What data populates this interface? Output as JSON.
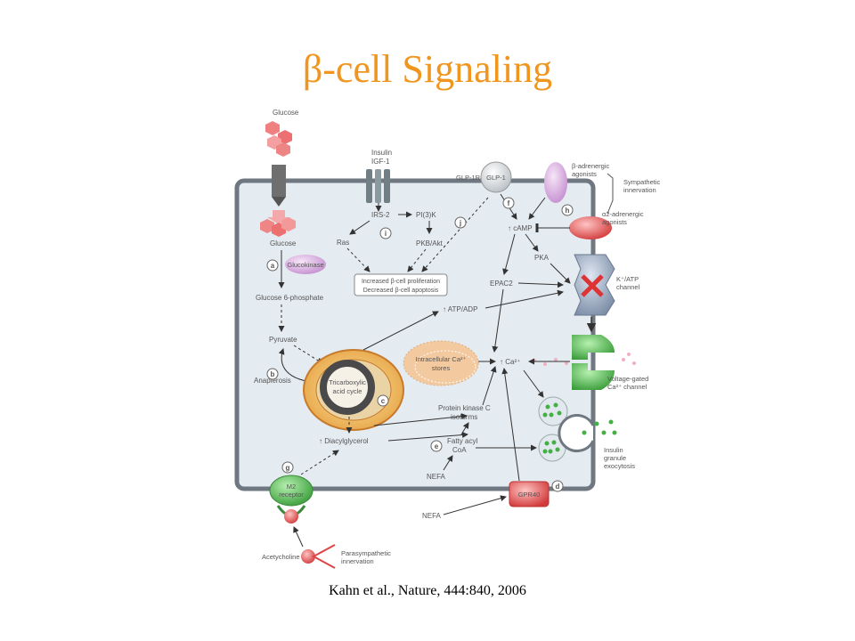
{
  "title": "β-cell Signaling",
  "citation": "Kahn et al., Nature, 444:840, 2006",
  "colors": {
    "title": "#f0961e",
    "cell_fill": "#e4ebf1",
    "cell_border": "#6f7780",
    "arrow": "#333333"
  },
  "labels": {
    "glucose_top": "Glucose",
    "glucose_in": "Glucose",
    "glucokinase": "Glucokinase",
    "g6p": "Glucose 6-phosphate",
    "pyruvate": "Pyruvate",
    "anaplerosis": "Anaplerosis",
    "tca1": "Tricarboxylic",
    "tca2": "acid cycle",
    "insulin": "Insulin",
    "igf1": "IGF-1",
    "irs2": "IRS-2",
    "pi3k": "PI(3)K",
    "ras": "Ras",
    "pkb": "PKB/Akt",
    "prolif1": "Increased β-cell proliferation",
    "prolif2": "Decreased β-cell apoptosis",
    "glp1r": "GLP-1R",
    "glp1": "GLP-1",
    "beta_adr1": "β-adrenergic",
    "beta_adr2": "agonists",
    "symp1": "Sympathetic",
    "symp2": "innervation",
    "alpha_adr1": "α2-adrenergic",
    "alpha_adr2": "agonists",
    "camp": "↑ cAMP",
    "pka": "PKA",
    "epac2": "EPAC2",
    "katp1": "K⁺/ATP",
    "katp2": "channel",
    "atpadp": "↑ ATP/ADP",
    "ca_stores1": "Intracellular Ca²⁺",
    "ca_stores2": "stores",
    "ca": "↑ Ca²⁺",
    "vgcc1": "Voltage-gated",
    "vgcc2": "Ca²⁺ channel",
    "pkc1": "Protein kinase C",
    "pkc2": "isoforms",
    "dag": "↑ Diacylglycerol",
    "facoa1": "Fatty acyl",
    "facoa2": "CoA",
    "nefa_in": "NEFA",
    "nefa_out": "NEFA",
    "exo1": "Insulin",
    "exo2": "granule",
    "exo3": "exocytosis",
    "m2_1": "M2",
    "m2_2": "receptor",
    "gpr40": "GPR40",
    "ach": "Acetycholine",
    "para1": "Parasympathetic",
    "para2": "innervation"
  },
  "step_markers": {
    "a": "a",
    "b": "b",
    "c": "c",
    "d": "d",
    "e": "e",
    "f": "f",
    "g": "g",
    "h": "h",
    "i": "i",
    "j": "j"
  }
}
